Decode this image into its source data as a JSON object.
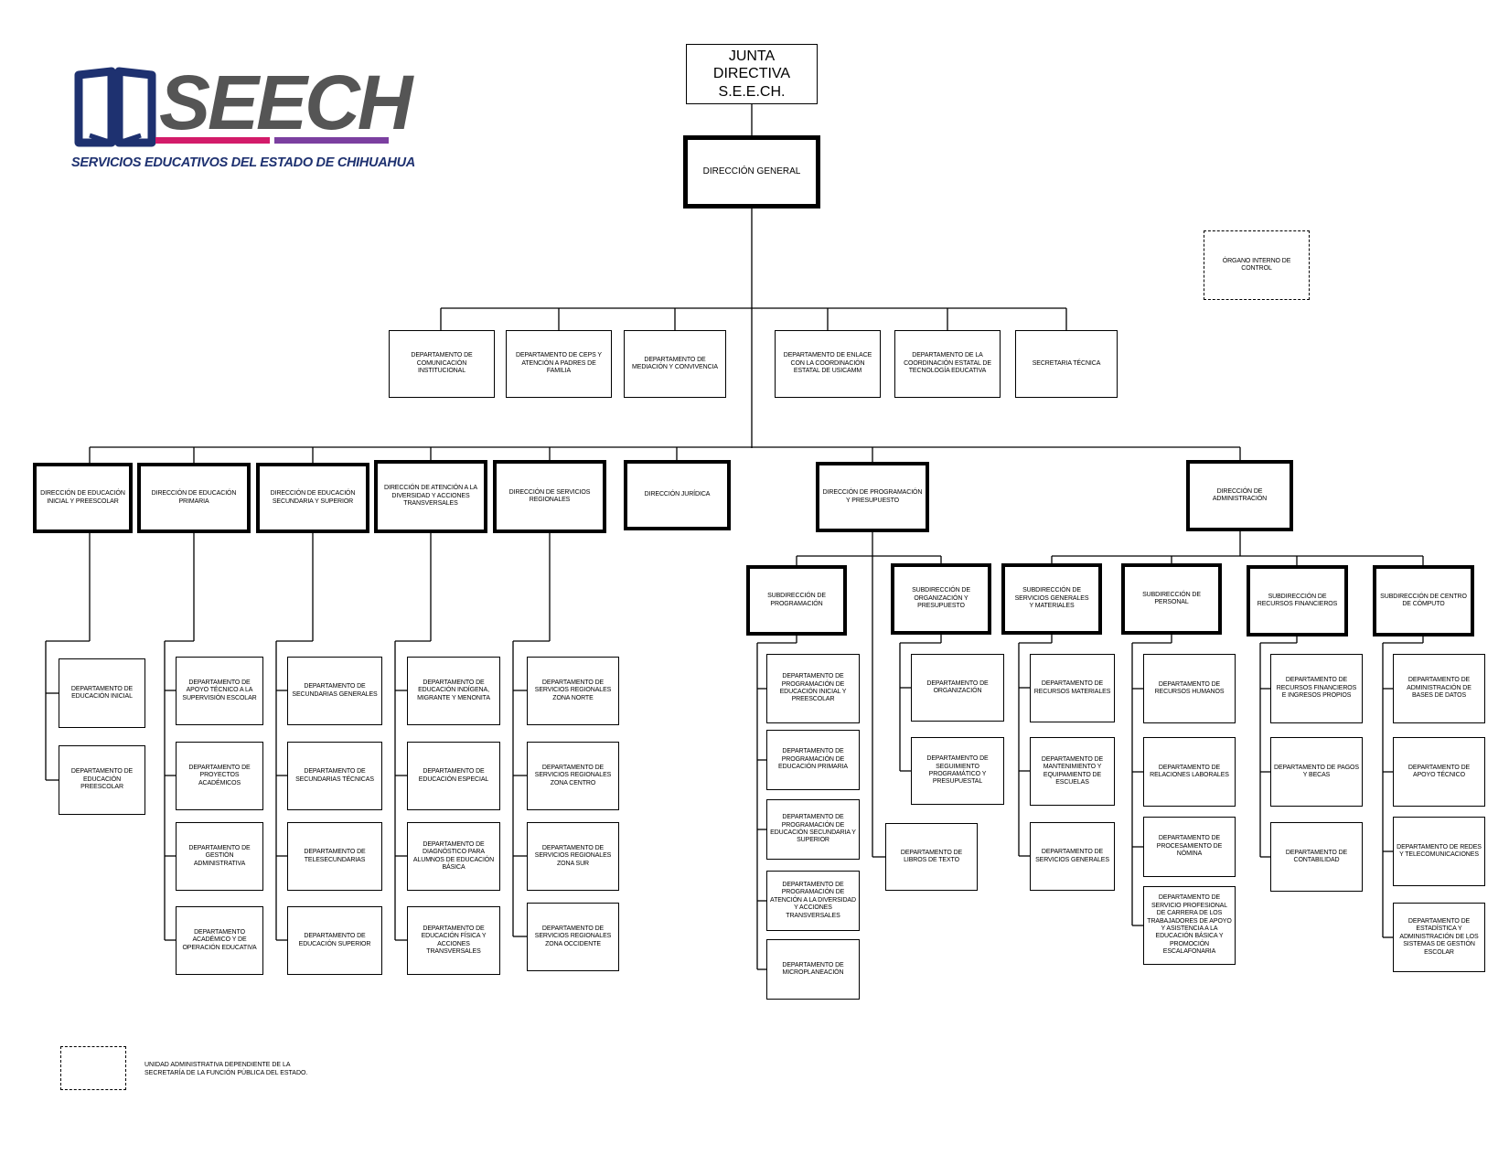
{
  "logo": {
    "wordmark": "SEECH",
    "subtitle": "SERVICIOS EDUCATIVOS DEL ESTADO DE CHIHUAHUA",
    "colors": {
      "primary": "#1e3170",
      "gray": "#555555",
      "pink": "#d31b6a",
      "purple": "#7b3fa0"
    }
  },
  "nodes": {
    "junta": "JUNTA DIRECTIVA\nS.E.E.CH.",
    "dir_general": "DIRECCIÓN GENERAL",
    "oic": "ÓRGANO INTERNO DE CONTROL",
    "staff": [
      "DEPARTAMENTO DE COMUNICACIÓN INSTITUCIONAL",
      "DEPARTAMENTO DE CEPS Y ATENCIÓN A PADRES DE FAMILIA",
      "DEPARTAMENTO DE MEDIACIÓN Y CONVIVENCIA",
      "DEPARTAMENTO DE ENLACE CON LA COORDINACIÓN ESTATAL DE USICAMM",
      "DEPARTAMENTO DE LA COORDINACIÓN ESTATAL DE TECNOLOGÍA EDUCATIVA",
      "SECRETARIA TÉCNICA"
    ],
    "directions": [
      "DIRECCIÓN DE EDUCACIÓN INICIAL Y PREESCOLAR",
      "DIRECCIÓN DE EDUCACIÓN PRIMARIA",
      "DIRECCIÓN DE EDUCACIÓN SECUNDARIA Y SUPERIOR",
      "DIRECCIÓN DE ATENCIÓN A LA DIVERSIDAD Y ACCIONES TRANSVERSALES",
      "DIRECCIÓN DE SERVICIOS REGIONALES",
      "DIRECCIÓN JURÍDICA",
      "DIRECCIÓN DE PROGRAMACIÓN Y PRESUPUESTO",
      "DIRECCIÓN DE ADMINISTRACIÓN"
    ],
    "inicial_depts": [
      "DEPARTAMENTO DE EDUCACIÓN INICIAL",
      "DEPARTAMENTO DE EDUCACIÓN PREESCOLAR"
    ],
    "primaria_depts": [
      "DEPARTAMENTO DE APOYO TÉCNICO A LA SUPERVISIÓN ESCOLAR",
      "DEPARTAMENTO DE PROYECTOS ACADÉMICOS",
      "DEPARTAMENTO DE GESTIÓN ADMINISTRATIVA",
      "DEPARTAMENTO ACADÉMICO Y DE OPERACIÓN EDUCATIVA"
    ],
    "secundaria_depts": [
      "DEPARTAMENTO DE SECUNDARIAS GENERALES",
      "DEPARTAMENTO DE SECUNDARIAS TÉCNICAS",
      "DEPARTAMENTO DE TELESECUNDARIAS",
      "DEPARTAMENTO DE EDUCACIÓN SUPERIOR"
    ],
    "diversidad_depts": [
      "DEPARTAMENTO DE EDUCACIÓN INDÍGENA, MIGRANTE Y MENONITA",
      "DEPARTAMENTO DE EDUCACIÓN ESPECIAL",
      "DEPARTAMENTO DE DIAGNÓSTICO PARA ALUMNOS DE EDUCACIÓN BÁSICA",
      "DEPARTAMENTO DE EDUCACIÓN FÍSICA Y ACCIONES TRANSVERSALES"
    ],
    "regionales_depts": [
      "DEPARTAMENTO DE SERVICIOS REGIONALES ZONA NORTE",
      "DEPARTAMENTO DE SERVICIOS REGIONALES ZONA CENTRO",
      "DEPARTAMENTO DE SERVICIOS REGIONALES ZONA SUR",
      "DEPARTAMENTO DE SERVICIOS REGIONALES ZONA OCCIDENTE"
    ],
    "prog_subs": [
      "SUBDIRECCIÓN DE PROGRAMACIÓN",
      "SUBDIRECCIÓN DE ORGANIZACIÓN Y PRESUPUESTO"
    ],
    "programacion_depts": [
      "DEPARTAMENTO DE PROGRAMACIÓN DE EDUCACIÓN INICIAL Y PREESCOLAR",
      "DEPARTAMENTO DE PROGRAMACIÓN DE EDUCACIÓN PRIMARIA",
      "DEPARTAMENTO DE PROGRAMACIÓN DE EDUCACIÓN SECUNDARIA Y SUPERIOR",
      "DEPARTAMENTO DE PROGRAMACIÓN DE ATENCIÓN A LA DIVERSIDAD Y ACCIONES TRANSVERSALES",
      "DEPARTAMENTO DE MICROPLANEACIÓN"
    ],
    "organizacion_depts": [
      "DEPARTAMENTO DE ORGANIZACIÓN",
      "DEPARTAMENTO DE SEGUIMIENTO PROGRAMÁTICO Y PRESUPUESTAL"
    ],
    "libros": "DEPARTAMENTO DE LIBROS DE TEXTO",
    "admin_subs": [
      "SUBDIRECCIÓN DE SERVICIOS GENERALES\nY MATERIALES",
      "SUBDIRECCIÓN DE PERSONAL",
      "SUBDIRECCIÓN DE RECURSOS FINANCIEROS",
      "SUBDIRECCIÓN DE CENTRO DE CÓMPUTO"
    ],
    "servicios_depts": [
      "DEPARTAMENTO DE RECURSOS MATERIALES",
      "DEPARTAMENTO DE MANTENIMIENTO Y EQUIPAMIENTO DE ESCUELAS",
      "DEPARTAMENTO DE SERVICIOS GENERALES"
    ],
    "personal_depts": [
      "DEPARTAMENTO DE RECURSOS HUMANOS",
      "DEPARTAMENTO DE RELACIONES LABORALES",
      "DEPARTAMENTO DE PROCESAMIENTO DE NÓMINA",
      "DEPARTAMENTO DE SERVICIO PROFESIONAL DE CARRERA DE LOS TRABAJADORES DE APOYO Y ASISTENCIA A LA EDUCACIÓN BÁSICA Y PROMOCIÓN ESCALAFONARIA"
    ],
    "financieros_depts": [
      "DEPARTAMENTO DE RECURSOS FINANCIEROS E INGRESOS PROPIOS",
      "DEPARTAMENTO DE PAGOS Y BECAS",
      "DEPARTAMENTO DE CONTABILIDAD"
    ],
    "computo_depts": [
      "DEPARTAMENTO DE ADMINISTRACIÓN DE BASES DE DATOS",
      "DEPARTAMENTO DE APOYO TÉCNICO",
      "DEPARTAMENTO DE REDES Y TELECOMUNICACIONES",
      "DEPARTAMENTO DE ESTADÍSTICA Y ADMINISTRACIÓN DE LOS SISTEMAS DE GESTIÓN ESCOLAR"
    ]
  },
  "legend": {
    "text": "UNIDAD ADMINISTRATIVA DEPENDIENTE DE LA SECRETARÍA DE LA FUNCIÓN PÚBLICA DEL ESTADO."
  }
}
